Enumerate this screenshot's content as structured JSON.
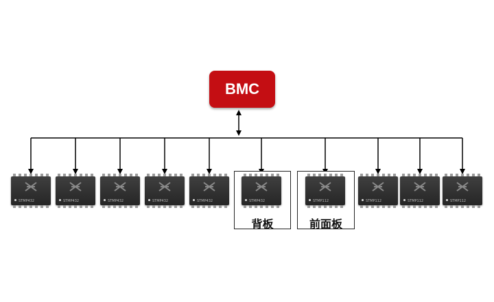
{
  "controller": {
    "label": "BMC",
    "color": "#c40e13"
  },
  "chips": [
    {
      "marking": "STMP432"
    },
    {
      "marking": "STMP432"
    },
    {
      "marking": "STMP432"
    },
    {
      "marking": "STMP432"
    },
    {
      "marking": "STMP432"
    },
    {
      "marking": "STMP432",
      "caption": "背板"
    },
    {
      "marking": "STMP112",
      "caption": "前面板"
    },
    {
      "marking": "STMP112"
    },
    {
      "marking": "STMP112"
    },
    {
      "marking": "STMP112"
    }
  ],
  "colors": {
    "line": "#000000",
    "chip_body": "#2f2f2f",
    "chip_pins": "#9a9a9a"
  }
}
